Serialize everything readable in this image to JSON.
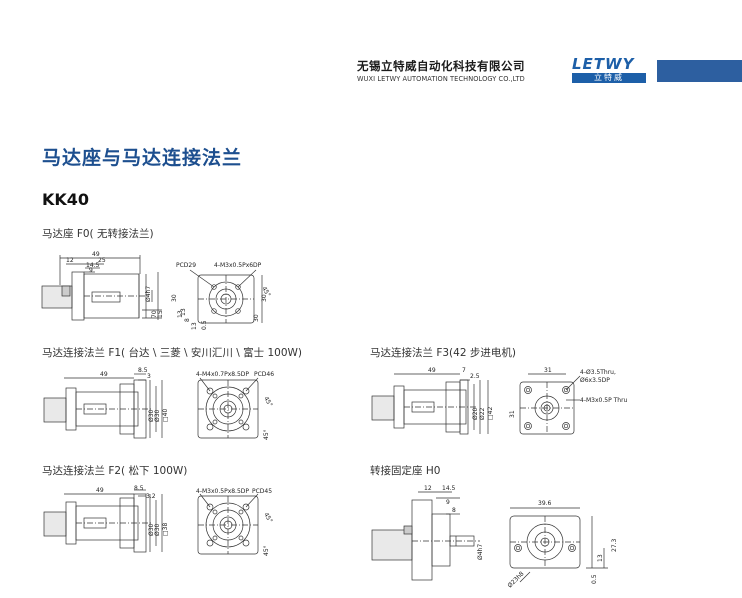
{
  "header": {
    "company_cn": "无锡立特威自动化科技有限公司",
    "company_en": "WUXI LETWY AUTOMATION TECHNOLOGY CO.,LTD",
    "logo_word": "LETWY",
    "logo_sub": "立特威",
    "accent_color": "#1d5fa8"
  },
  "page_title": "马达座与马达连接法兰",
  "model": "KK40",
  "sections": {
    "f0": {
      "caption": "马达座 F0( 无转接法兰)",
      "dims": {
        "d49": "49",
        "d12": "12",
        "d25": "25",
        "d14_5": "14.5",
        "d9": "9",
        "d30": "30",
        "d4h7": "Ø4h7",
        "d70": "70",
        "d15": "15",
        "d13": "13",
        "d8": "8"
      },
      "labels": {
        "pcd": "PCD29",
        "hole": "4-M3x0.5Px6DP",
        "ang": "45°",
        "d30b": "30",
        "d30c": "30",
        "d13b": "13",
        "d0_5": "0.5",
        "d13c": "13"
      }
    },
    "f1": {
      "caption": "马达连接法兰 F1( 台达 \\ 三菱 \\ 安川汇川 \\ 富士 100W)",
      "dims": {
        "d49": "49",
        "d8_5": "8.5",
        "d3": "3",
        "d30": "Ø30",
        "d30g": "Ø30",
        "d40": "□40"
      },
      "labels": {
        "hole": "4-M4x0.7Px8.5DP",
        "pcd": "PCD46",
        "ang1": "45°",
        "ang2": "45°"
      }
    },
    "f3": {
      "caption": "马达连接法兰 F3(42 步进电机)",
      "dims": {
        "d49": "49",
        "d7": "7",
        "d2_5": "2.5",
        "d20": "Ø20",
        "d22": "Ø22",
        "d42": "□42",
        "d31": "31",
        "d31b": "31"
      },
      "labels": {
        "thru1": "4-Ø3.5Thru,",
        "thru2": "Ø6x3.5DP",
        "hole": "4-M3x0.5P Thru"
      }
    },
    "f2": {
      "caption": "马达连接法兰 F2( 松下 100W)",
      "dims": {
        "d49": "49",
        "d8_5": "8.5",
        "d3_2": "3.2",
        "d30": "Ø30",
        "d30g": "Ø30",
        "d38": "□38"
      },
      "labels": {
        "hole": "4-M3x0.5Px8.5DP",
        "pcd": "PCD45",
        "ang1": "45°",
        "ang2": "45°"
      }
    },
    "h0": {
      "caption": "转接固定座 H0",
      "dims": {
        "d12": "12",
        "d14_5": "14.5",
        "d9": "9",
        "d8": "8",
        "d4h7": "Ø4h7",
        "d39_6": "39.6",
        "d27_3": "27.3",
        "d13": "13",
        "d0_5": "0.5",
        "d23": "Ø23h8"
      }
    }
  }
}
